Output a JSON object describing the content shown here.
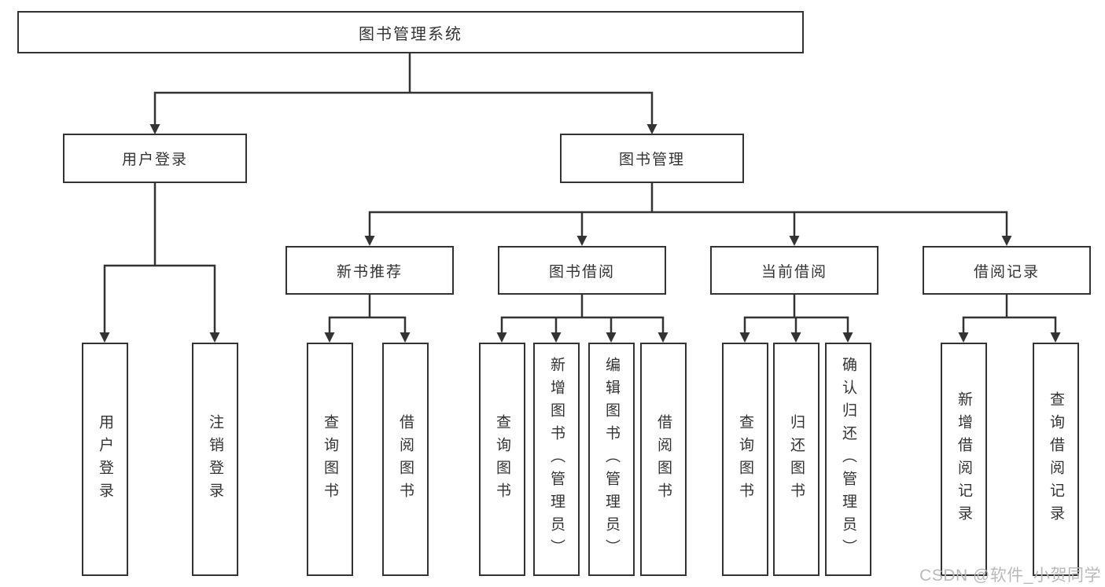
{
  "diagram": {
    "title": "图书管理系统",
    "level2": {
      "user_login": {
        "label": "用户登录",
        "children": [
          "用户登录",
          "注销登录"
        ]
      },
      "book_management": {
        "label": "图书管理"
      }
    },
    "level3": {
      "new_book_recommendation": {
        "label": "新书推荐",
        "children": [
          "查询图书",
          "借阅图书"
        ]
      },
      "book_borrowing": {
        "label": "图书借阅",
        "children": [
          "查询图书",
          "新增图书（管理员）",
          "编辑图书（管理员）",
          "借阅图书"
        ]
      },
      "current_borrowing": {
        "label": "当前借阅",
        "children": [
          "查询图书",
          "归还图书",
          "确认归还（管理员）"
        ]
      },
      "borrowing_records": {
        "label": "借阅记录",
        "children": [
          "新增借阅记录",
          "查询借阅记录"
        ]
      }
    }
  },
  "watermark": {
    "text": "CSDN @软件_小贺同学"
  },
  "colors": {
    "line": "#333333",
    "text": "#333333",
    "box_background": "#ffffff",
    "watermark": "#b9b9b9",
    "background": "#ffffff"
  }
}
